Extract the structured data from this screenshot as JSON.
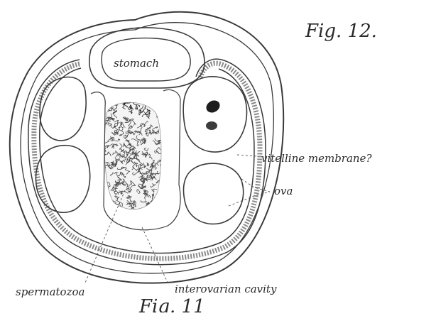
{
  "figure": {
    "title": "Fig. 12.",
    "footer_partial": "Fig. 11"
  },
  "labels": {
    "stomach": "stomach",
    "vitelline_membrane": "vitelline membrane?",
    "ova": "ova",
    "spermatozoa": "spermatozoa",
    "interovarian_cavity": "interovarian cavity"
  },
  "colors": {
    "ink": "#3a3a3a",
    "wall_stipple": "#8a8a8a",
    "background": "#ffffff"
  }
}
